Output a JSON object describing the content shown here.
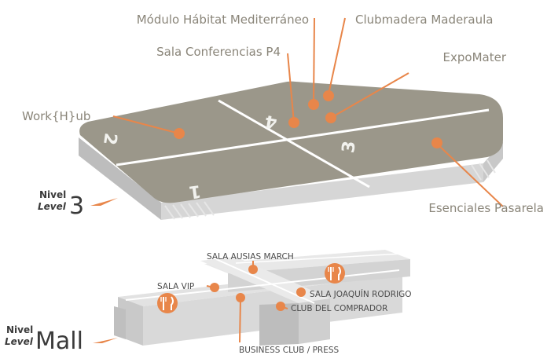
{
  "level3": {
    "nivel": "Nivel",
    "level": "Level",
    "number": "3",
    "zone_numbers": [
      "1",
      "2",
      "3",
      "4"
    ],
    "labels": {
      "modulo": "Módulo Hábitat Mediterráneo",
      "clubmadera": "Clubmadera Maderaula",
      "sala_conferencias": "Sala Conferencias P4",
      "expomater": "ExpoMater",
      "workhub": "Work{H}ub",
      "esenciales": "Esenciales Pasarela"
    }
  },
  "mall": {
    "nivel": "Nivel",
    "level": "Level",
    "name": "Mall",
    "labels": {
      "ausias": "SALA AUSIAS MARCH",
      "vip": "SALA VIP",
      "joaquin": "SALA JOAQUÍN RODRIGO",
      "comprador": "CLUB DEL COMPRADOR",
      "business": "BUSINESS CLUB / PRESS"
    },
    "icons": [
      "restaurant-icon",
      "restaurant-icon"
    ]
  },
  "colors": {
    "accent": "#e8864a",
    "platform_top": "#9b978a",
    "platform_side": "#cfcfcf",
    "label_text": "#8a8579"
  }
}
